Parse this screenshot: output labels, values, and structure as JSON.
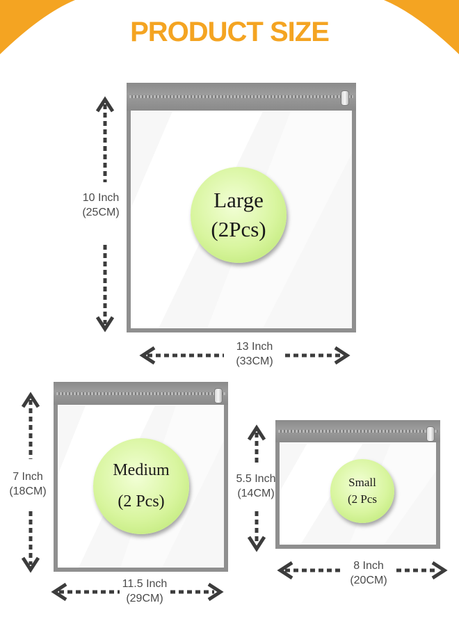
{
  "title": "PRODUCT SIZE",
  "colors": {
    "accent": "#f4a422",
    "pouch_border": "#8f8f8f",
    "badge": "#d8f59e",
    "arrow": "#3c3c3c"
  },
  "large": {
    "name": "Large",
    "qty": "(2Pcs)",
    "height_in": "10 Inch",
    "height_cm": "(25CM)",
    "width_in": "13 Inch",
    "width_cm": "(33CM)"
  },
  "medium": {
    "name": "Medium",
    "qty": "(2 Pcs)",
    "height_in": "7 Inch",
    "height_cm": "(18CM)",
    "width_in": "11.5 Inch",
    "width_cm": "(29CM)"
  },
  "small": {
    "name": "Small",
    "qty": "(2 Pcs",
    "height_in": "5.5 Inch",
    "height_cm": "(14CM)",
    "width_in": "8 Inch",
    "width_cm": "(20CM)"
  }
}
